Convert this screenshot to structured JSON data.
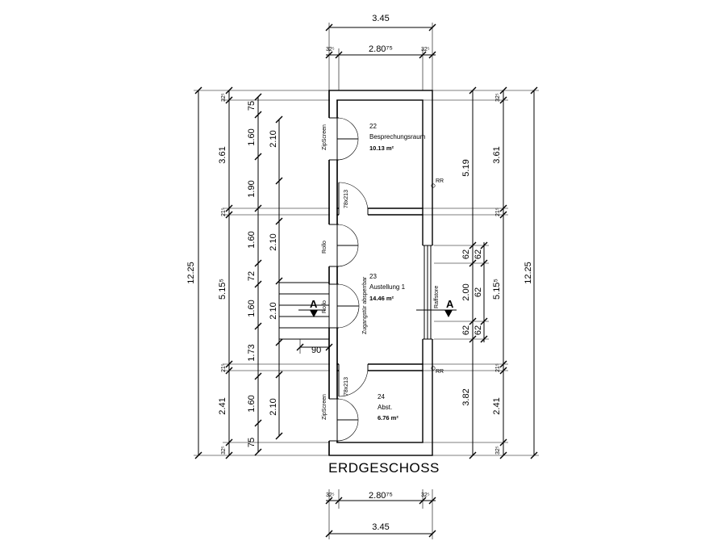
{
  "title": "ERDGESCHOSS",
  "rooms": [
    {
      "number": "22",
      "name": "Besprechungsraum",
      "area": "10.13 m²"
    },
    {
      "number": "23",
      "name": "Austellung 1",
      "area": "14.46 m²"
    },
    {
      "number": "24",
      "name": "Abst.",
      "area": "6.76 m²"
    }
  ],
  "labels": {
    "zipscreen": "ZipScreen",
    "rollo": "Rollo",
    "raffstore": "Raffstore",
    "rr": "RR",
    "door_size": "78x213",
    "entry_door": "Zugangstür absperrbar",
    "section_mark": "A",
    "stair_width": "90"
  },
  "dims_top": {
    "overall": "3.45",
    "inner": "2.80⁷⁵",
    "wall": "32⁵"
  },
  "dims_bottom": {
    "overall": "3.45",
    "inner": "2.80⁷⁵",
    "wall": "32⁵"
  },
  "dims_left": {
    "overall": "12.25",
    "segments": [
      "32⁵",
      "3.61",
      "21⁵",
      "5.15⁵",
      "21⁵",
      "2.41",
      "32⁵"
    ],
    "openings": [
      "75",
      "1.60",
      "2.10",
      "1.90",
      "1.60",
      "2.10",
      "72",
      "1.60",
      "2.10",
      "1.73",
      "1.60",
      "2.10",
      "75"
    ]
  },
  "dims_right": {
    "overall": "12.25",
    "segments": [
      "32⁵",
      "3.61",
      "21⁵",
      "5.15⁵",
      "21⁵",
      "2.41",
      "32⁵"
    ],
    "inner": [
      "5.19",
      "62",
      "2.00",
      "62",
      "3.82",
      "62",
      "62",
      "62"
    ]
  }
}
